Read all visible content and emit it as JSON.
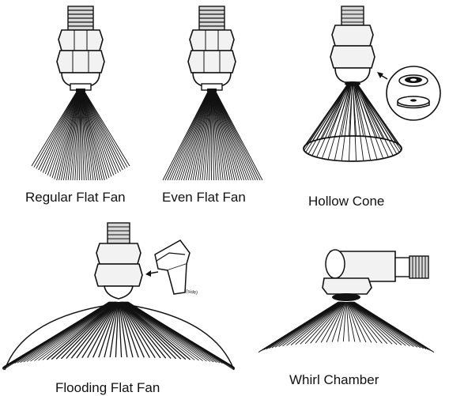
{
  "figure": {
    "nozzles": [
      {
        "id": "regular-flat-fan",
        "label": "Regular Flat Fan",
        "pattern": "flat fan, tapered edges"
      },
      {
        "id": "even-flat-fan",
        "label": "Even Flat Fan",
        "pattern": "flat fan, uniform"
      },
      {
        "id": "hollow-cone",
        "label": "Hollow Cone",
        "pattern": "hollow cone with detail inset"
      },
      {
        "id": "flooding-flat-fan",
        "label": "Flooding Flat Fan",
        "pattern": "wide flat fan with deflector detail"
      },
      {
        "id": "whirl-chamber",
        "label": "Whirl Chamber",
        "pattern": "wide hollow spray from side-inlet body"
      }
    ],
    "detail_label": "(side)",
    "colors": {
      "ink": "#111111",
      "paper": "#ffffff",
      "fill": "#e8e8e8"
    }
  }
}
